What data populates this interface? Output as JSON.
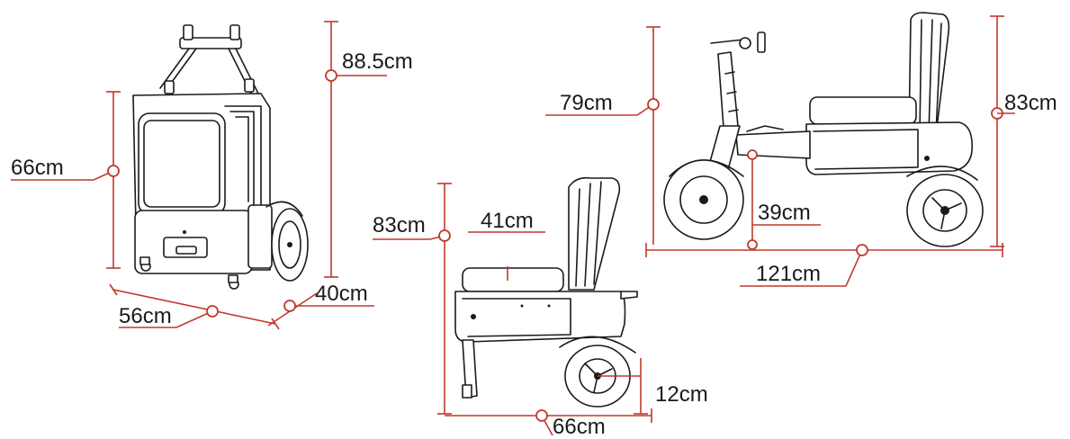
{
  "colors": {
    "dimension_line": "#c0392b",
    "ink": "#1a1a1a",
    "background": "#ffffff"
  },
  "folded_view": {
    "total_height": "88.5cm",
    "body_height": "66cm",
    "length": "56cm",
    "width": "40cm"
  },
  "seat_view": {
    "height": "83cm",
    "seat_depth": "41cm",
    "ground_clearance": "12cm",
    "length": "66cm"
  },
  "side_view": {
    "handlebar_height": "79cm",
    "seat_back_height": "83cm",
    "deck_height": "39cm",
    "length": "121cm"
  }
}
